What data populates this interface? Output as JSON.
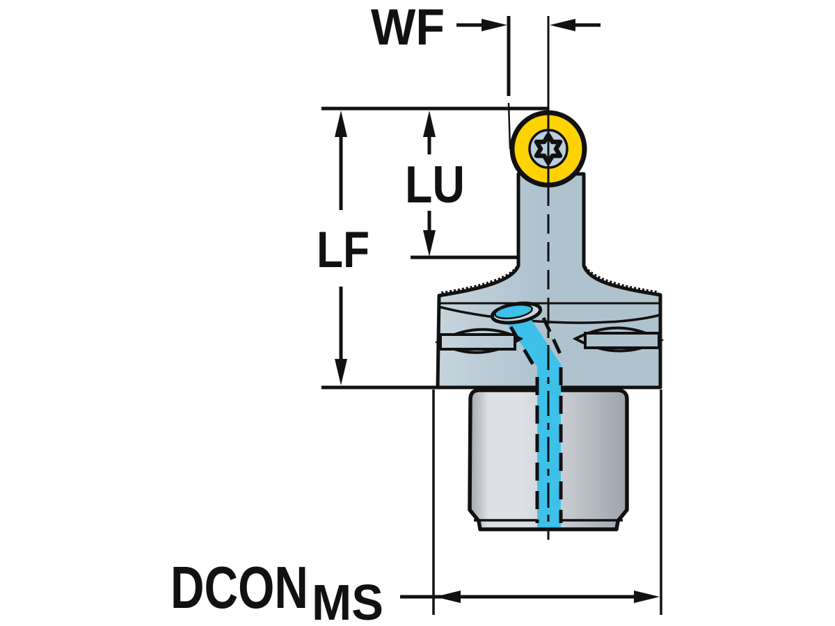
{
  "drawing": {
    "kind": "technical dimension drawing",
    "labels": {
      "wf": "WF",
      "lu": "LU",
      "lf": "LF",
      "dcon": "DCON",
      "dcon_sub": "MS"
    }
  },
  "icons": {
    "screw_drive": "torx-star-icon"
  },
  "colors": {
    "background": "#FFFFFF",
    "line": "#111111",
    "insert": "#FFD203",
    "screw": "#BACFDB",
    "coolant": "#3EC1E9",
    "body_light": "#C6D4DD",
    "body": "#AFC3CF",
    "shank_light": "#DCDFE3",
    "shank_mid": "#C3C7CD",
    "shank_dark": "#9DA3AC",
    "hole_rim": "#C9D6DE"
  }
}
